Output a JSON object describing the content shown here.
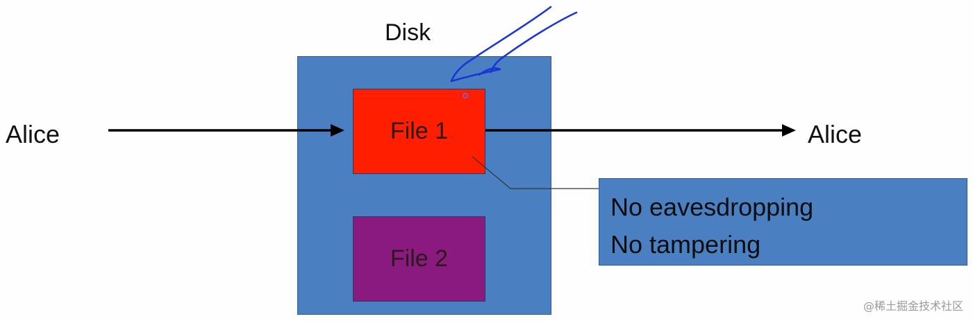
{
  "diagram": {
    "disk_label": "Disk",
    "sender_label": "Alice",
    "receiver_label": "Alice",
    "file1_label": "File 1",
    "file2_label": "File 2",
    "callout": {
      "line1": "No eavesdropping",
      "line2": "No tampering"
    },
    "watermark": "@稀土掘金技术社区",
    "colors": {
      "disk": "#4a7fc1",
      "file1": "#ff1e00",
      "file2": "#8a1a80",
      "callout": "#4a7fc1",
      "annotation_ink": "#1a35d6"
    }
  }
}
